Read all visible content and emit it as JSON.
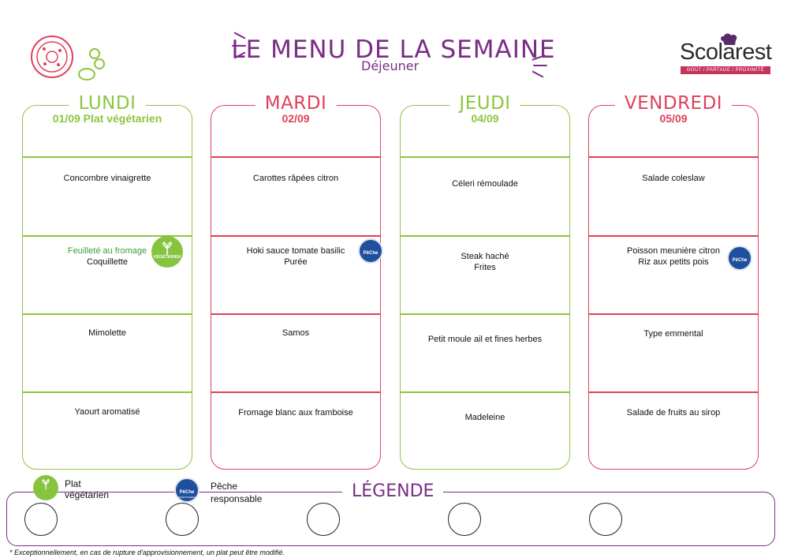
{
  "header": {
    "title": "LE MENU DE LA SEMAINE",
    "subtitle": "Déjeuner"
  },
  "logo": {
    "name": "Scolarest",
    "tagline": "GOÛT / PARTAGE / PROXIMITÉ"
  },
  "days": [
    {
      "name": "LUNDI",
      "date": "01/09 Plat végétarien",
      "color": "#8cc63f",
      "courses": {
        "starter": "Concombre vinaigrette",
        "main_line1": "Feuilleté au fromage",
        "main_line2": "Coquillette",
        "dairy": "Mimolette",
        "dessert": "Yaourt aromatisé"
      }
    },
    {
      "name": "MARDI",
      "date": "02/09",
      "color": "#e0405a",
      "courses": {
        "starter": "Carottes râpées citron",
        "main_line1": "Hoki sauce tomate basilic",
        "main_line2": "Purée",
        "dairy": "Samos",
        "dessert": "Fromage blanc aux framboise"
      }
    },
    {
      "name": "JEUDI",
      "date": "04/09",
      "color": "#8cc63f",
      "courses": {
        "starter": "Céleri rémoulade",
        "main_line1": "Steak haché",
        "main_line2": "Frites",
        "dairy": "Petit moule ail et fines herbes",
        "dessert": "Madeleine"
      }
    },
    {
      "name": "VENDREDI",
      "date": "05/09",
      "color": "#e0405a",
      "courses": {
        "starter": "Salade coleslaw",
        "main_line1": "Poisson meunière citron",
        "main_line2": "Riz aux petits pois",
        "dairy": "Type emmental",
        "dessert": "Salade de fruits au sirop"
      }
    }
  ],
  "badges": {
    "veg_label": "VÉGÉTARIEN",
    "fish_label": "PêChe",
    "fish_sub": "RESPONSABLE"
  },
  "legend": {
    "title": "LÉGENDE",
    "veg_text_1": "Plat",
    "veg_text_2": "végétarien",
    "fish_text_1": "Pêche",
    "fish_text_2": "responsable"
  },
  "footnote": "* Exceptionnellement, en cas de rupture d'approvisionnement, un plat peut être modifié.",
  "colors": {
    "title": "#7a2c86",
    "green": "#8cc63f",
    "pink": "#e0405a",
    "logo_tag": "#c4335a",
    "fish_badge": "#1f4f9d"
  }
}
